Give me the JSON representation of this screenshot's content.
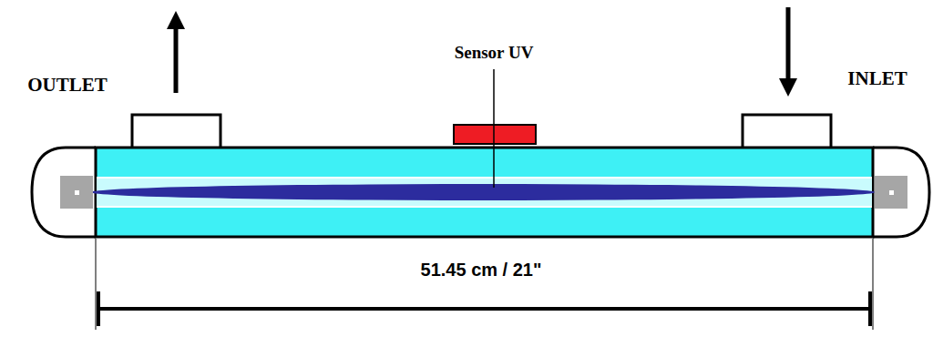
{
  "diagram": {
    "labels": [
      "OUTLET",
      "Sensor UV",
      "INLET",
      "51.45 cm / 21\""
    ]
  }
}
